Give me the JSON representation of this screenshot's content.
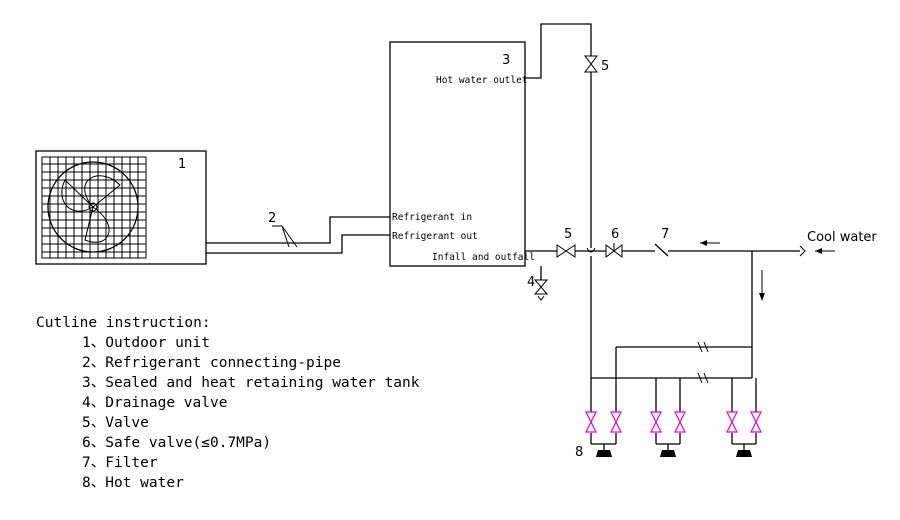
{
  "labels": {
    "outdoor_unit": "1",
    "pipe": "2",
    "tank": "3",
    "drain_valve": "4",
    "valve_top": "5",
    "valve_mid": "5",
    "safe_valve": "6",
    "filter": "7",
    "hot_water": "8"
  },
  "tank_ports": {
    "hot_water_outlet": "Hot water outlet",
    "refrigerant_in": "Refrigerant in",
    "refrigerant_out": "Refrigerant out",
    "infall_outfall": "Infall and outfall"
  },
  "cool_water": "Cool water",
  "legend": {
    "title": "Cutline instruction:",
    "items": [
      "1、Outdoor unit",
      "2、Refrigerant connecting-pipe",
      "3、Sealed and heat retaining water tank",
      "4、Drainage valve",
      "5、Valve",
      "6、Safe valve(≤0.7MPa)",
      "7、Filter",
      "8、Hot water"
    ]
  },
  "colors": {
    "line": "#000000",
    "tap_valve": "#e000e0"
  }
}
